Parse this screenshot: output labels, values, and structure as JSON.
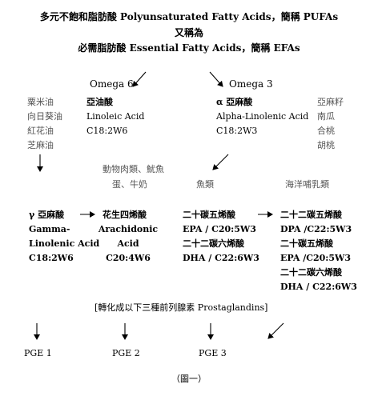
{
  "header": {
    "line1": "多元不飽和脂肪酸 Polyunsaturated Fatty Acids，簡稱 PUFAs",
    "line2": "又稱為",
    "line3": "必需脂肪酸  Essential Fatty Acids，簡稱 EFAs"
  },
  "omega6": {
    "title": "Omega 6",
    "sources": [
      "粟米油",
      "向日葵油",
      "紅花油",
      "芝麻油"
    ],
    "acid": {
      "cn": "亞油酸",
      "en": "Linoleic Acid",
      "code": "C18:2W6"
    }
  },
  "omega3": {
    "title": "Omega 3",
    "sources": [
      "亞麻籽",
      "南瓜",
      "合桃",
      "胡桃"
    ],
    "acid": {
      "cn": "α 亞麻酸",
      "en": "Alpha-Linolenic Acid",
      "code": "C18:2W3"
    }
  },
  "middle_sources": {
    "meat_line1": "動物肉類、魷魚",
    "meat_line2": "蛋、牛奶",
    "fish": "魚類",
    "marine": "海洋哺乳類"
  },
  "row3": {
    "gla": {
      "cn": "γ 亞麻酸",
      "en1": "Gamma-",
      "en2": "Linolenic Acid",
      "code": "C18:2W6"
    },
    "arach": {
      "cn": "花生四烯酸",
      "en1": "Arachidonic",
      "en2": "Acid",
      "code": "C20:4W6"
    },
    "epa_dha": {
      "epa_cn": "二十碳五烯酸",
      "epa": "EPA / C20:5W3",
      "dha_cn": "二十二碳六烯酸",
      "dha": "DHA / C22:6W3"
    },
    "right": {
      "dpa_cn": "二十二碳五烯酸",
      "dpa": "DPA /C22:5W3",
      "epa_cn": "二十碳五烯酸",
      "epa": "EPA /C20:5W3",
      "dha_cn": "二十二碳六烯酸",
      "dha": "DHA / C22:6W3"
    }
  },
  "prostaglandins": {
    "label": "[轉化成以下三種前列腺素  Prostaglandins]",
    "items": [
      "PGE 1",
      "PGE 2",
      "PGE 3"
    ]
  },
  "caption": "（圖一）"
}
